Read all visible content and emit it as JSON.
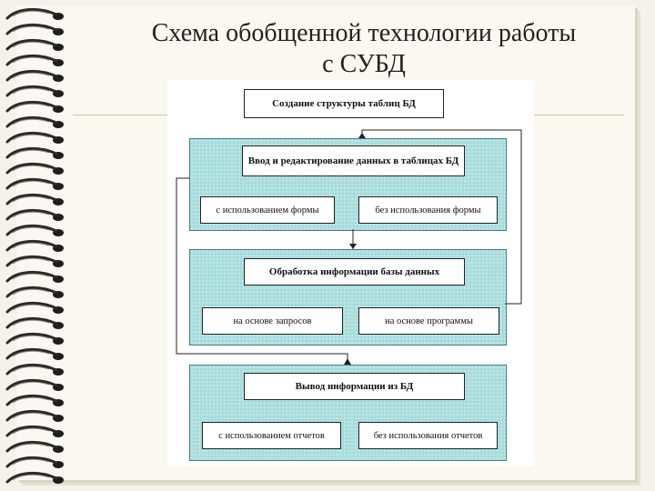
{
  "slide": {
    "title_line1": "Схема обобщенной технологии работы",
    "title_line2": "с СУБД",
    "decoration": "spiral-binding-icon"
  },
  "diagram": {
    "step1": {
      "label": "Создание структуры таблиц БД"
    },
    "step2": {
      "label": "Ввод и редактирование данных в таблицах БД",
      "options": [
        "с использованием формы",
        "без использования формы"
      ]
    },
    "step3": {
      "label": "Обработка информации базы данных",
      "options": [
        "на основе запросов",
        "на основе программы"
      ]
    },
    "step4": {
      "label": "Вывод информации из БД",
      "options": [
        "с использованием отчетов",
        "без использования отчетов"
      ]
    },
    "colors": {
      "panel": "#a8dcdc",
      "panel_border": "#4a7f80",
      "box_border": "#222222"
    }
  }
}
